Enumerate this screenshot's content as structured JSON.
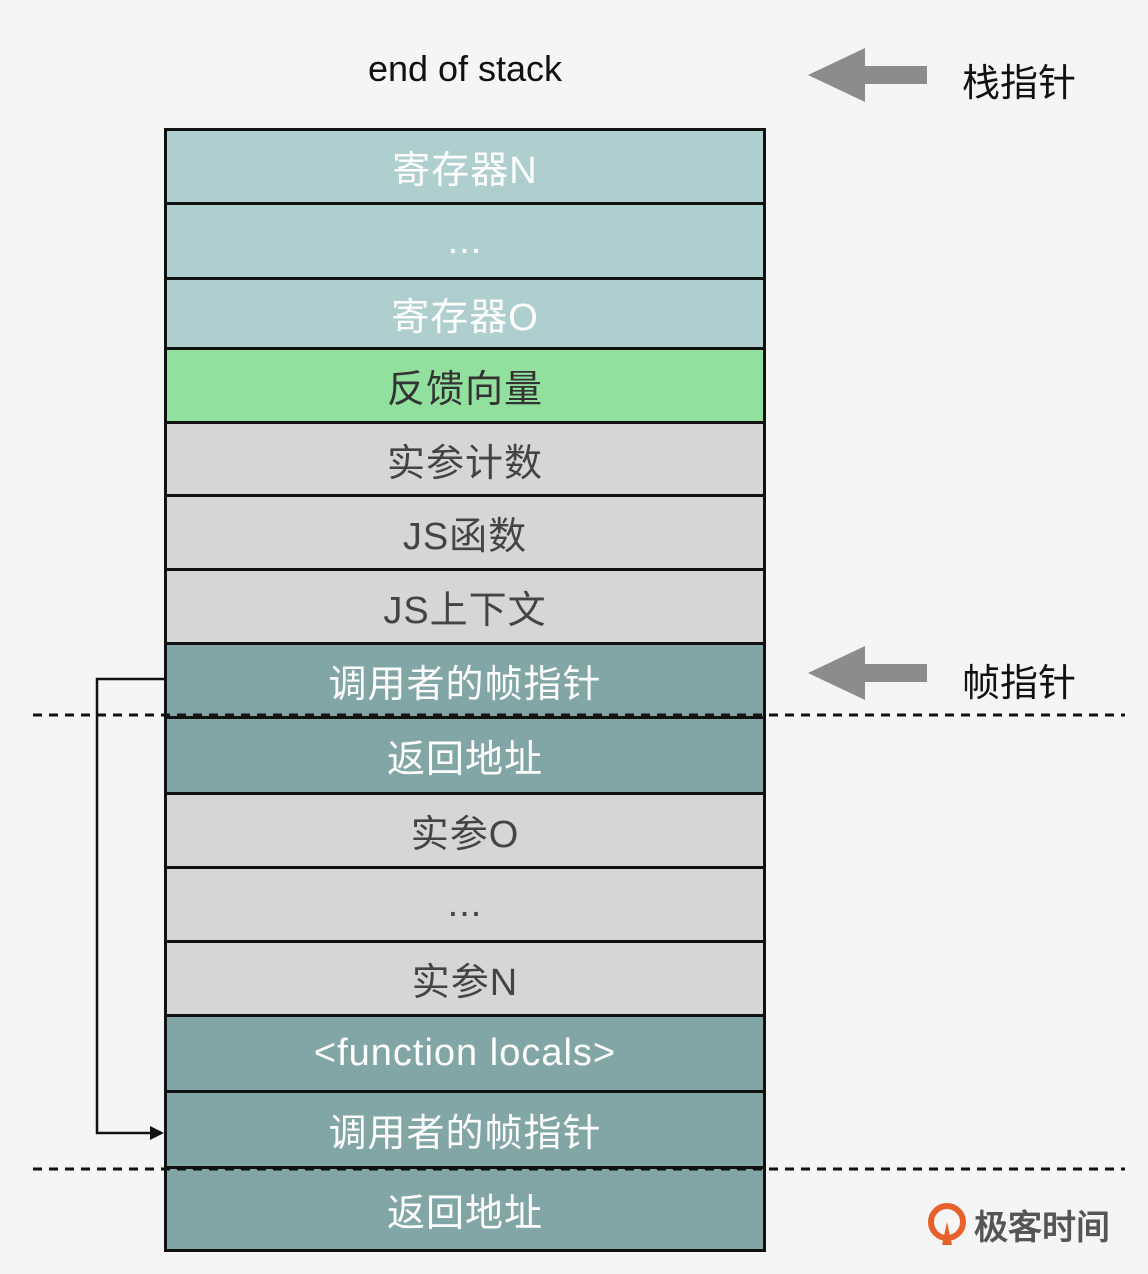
{
  "top_label": "end of stack",
  "right_labels": {
    "stack_pointer": "栈指针",
    "frame_pointer": "帧指针"
  },
  "cells": [
    {
      "label": "寄存器N",
      "kind": "reg"
    },
    {
      "label": "...",
      "kind": "reg"
    },
    {
      "label": "寄存器O",
      "kind": "reg"
    },
    {
      "label": "反馈向量",
      "kind": "fb"
    },
    {
      "label": "实参计数",
      "kind": "gray"
    },
    {
      "label": "JS函数",
      "kind": "gray"
    },
    {
      "label": "JS上下文",
      "kind": "gray"
    },
    {
      "label": "调用者的帧指针",
      "kind": "dark"
    },
    {
      "label": "返回地址",
      "kind": "dark"
    },
    {
      "label": "实参O",
      "kind": "gray"
    },
    {
      "label": "...",
      "kind": "gray"
    },
    {
      "label": "实参N",
      "kind": "gray"
    },
    {
      "label": "<function locals>",
      "kind": "dark"
    },
    {
      "label": "调用者的帧指针",
      "kind": "dark"
    },
    {
      "label": "返回地址",
      "kind": "dark"
    }
  ],
  "brand": {
    "name": "极客时间",
    "color": "#e8612c"
  },
  "colors": {
    "arrow": "#8c8c8c"
  }
}
